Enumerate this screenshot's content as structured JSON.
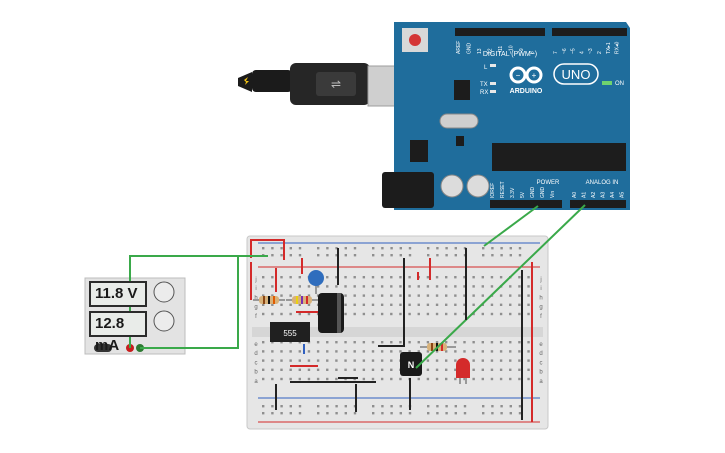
{
  "supply": {
    "voltage": "11.8 V",
    "current": "12.8 mA"
  },
  "arduino": {
    "model": "UNO",
    "brand": "ARDUINO",
    "on_label": "ON",
    "digital_header": "DIGITAL (PWM~)",
    "power_label": "POWER",
    "analog_label": "ANALOG IN",
    "led_labels": [
      "L",
      "TX",
      "RX"
    ],
    "digital_pins": [
      "AREF",
      "GND",
      "13",
      "12",
      "~11",
      "~10",
      "~9",
      "8",
      "7",
      "~6",
      "~5",
      "4",
      "~3",
      "2",
      "TX▸1",
      "RX◂0"
    ],
    "power_pins": [
      "IOREF",
      "RESET",
      "3.3V",
      "5V",
      "GND",
      "GND",
      "Vin"
    ],
    "analog_pins": [
      "A0",
      "A1",
      "A2",
      "A3",
      "A4",
      "A5"
    ]
  },
  "breadboard": {
    "row_letters_top": [
      "j",
      "i",
      "h",
      "g",
      "f"
    ],
    "row_letters_bottom": [
      "e",
      "d",
      "c",
      "b",
      "a"
    ]
  },
  "components": {
    "timer_label": "555",
    "transistor_label": "N"
  },
  "colors": {
    "board_blue": "#1f6d9c",
    "wire_green": "#3aa94a",
    "wire_red": "#d42a2a",
    "wire_black": "#222222",
    "breadboard": "#e6e6e6"
  }
}
